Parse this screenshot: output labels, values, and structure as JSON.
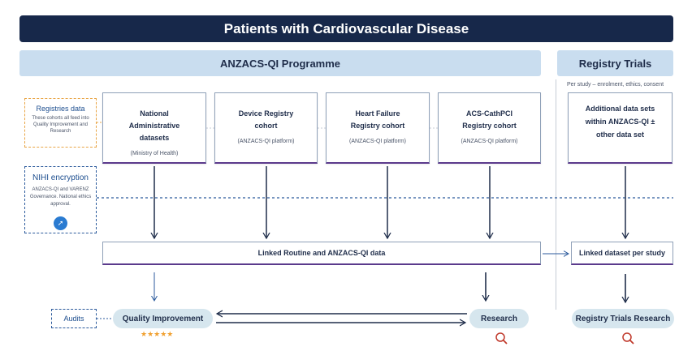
{
  "title": "Patients with Cardiovascular Disease",
  "bands": {
    "anzacs": "ANZACS-QI Programme",
    "trials": "Registry Trials"
  },
  "per_study_note": "Per study – enrolment, ethics, consent",
  "registries": {
    "title": "Registries data",
    "text": "These cohorts all feed into Quality Improvement and Research"
  },
  "nihi": {
    "title": "NIHI encryption",
    "text": "ANZACS-QI and VARENZ Governance. National ethics approval."
  },
  "cohorts": [
    {
      "title": "National Administrative datasets",
      "sub": "(Ministry of Health)"
    },
    {
      "title": "Device Registry cohort",
      "sub": "(ANZACS-QI platform)"
    },
    {
      "title": "Heart Failure Registry cohort",
      "sub": "(ANZACS-QI platform)"
    },
    {
      "title": "ACS-CathPCI Registry cohort",
      "sub": "(ANZACS-QI platform)"
    }
  ],
  "additional": "Additional data sets within ANZACS-QI ± other data set",
  "linked_main": "Linked Routine and ANZACS-QI data",
  "linked_study": "Linked dataset per study",
  "audits": "Audits",
  "qi": "Quality Improvement",
  "research": "Research",
  "trials_research": "Registry Trials Research",
  "stars": "★★★★★",
  "icons": {
    "nihi_badge": "arrow-up-right-icon",
    "research_search": "magnifier-icon",
    "trials_search": "magnifier-icon"
  },
  "colors": {
    "header": "#17284a",
    "band": "#c9ddef",
    "pill": "#d6e6ee",
    "accent_purple": "#5b3a8c",
    "dashed_blue": "#2b5a9c",
    "dashed_orange": "#e9a545",
    "magnifier": "#c0392b",
    "stars": "#f0a030"
  }
}
